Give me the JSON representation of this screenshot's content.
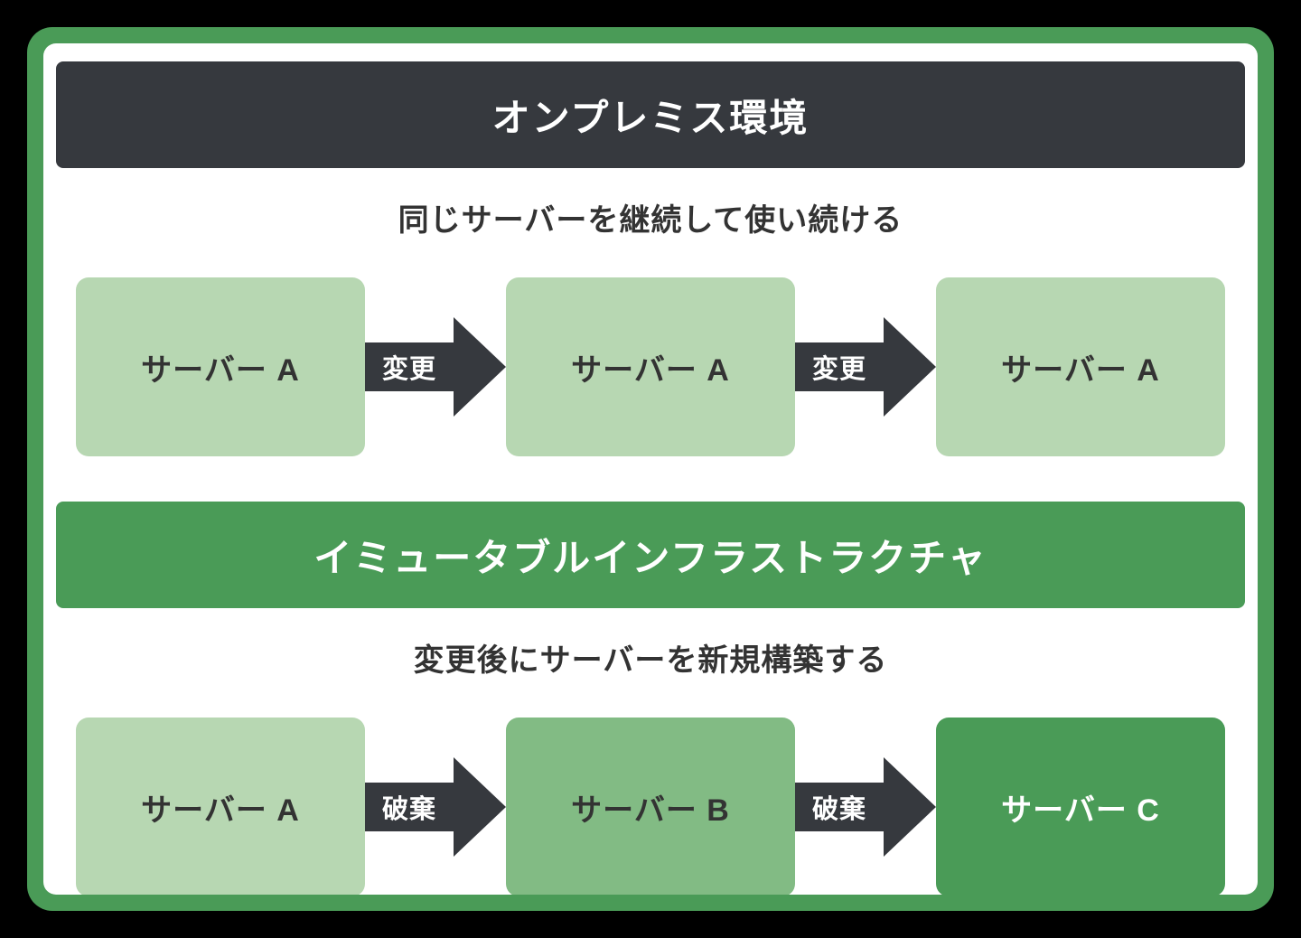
{
  "diagram": {
    "colors": {
      "frame_green": "#4a9b57",
      "header_dark": "#36393e",
      "header_green": "#4a9b57",
      "node_light": "#b7d7b2",
      "node_medium": "#82bb84",
      "node_dark": "#4a9b57",
      "arrow_dark": "#36393e"
    },
    "sections": [
      {
        "title": "オンプレミス環境",
        "subtitle": "同じサーバーを継続して使い続ける",
        "nodes": [
          "サーバー A",
          "サーバー A",
          "サーバー A"
        ],
        "arrows": [
          "変更",
          "変更"
        ]
      },
      {
        "title": "イミュータブルインフラストラクチャ",
        "subtitle": "変更後にサーバーを新規構築する",
        "nodes": [
          "サーバー A",
          "サーバー B",
          "サーバー C"
        ],
        "arrows": [
          "破棄",
          "破棄"
        ]
      }
    ]
  }
}
